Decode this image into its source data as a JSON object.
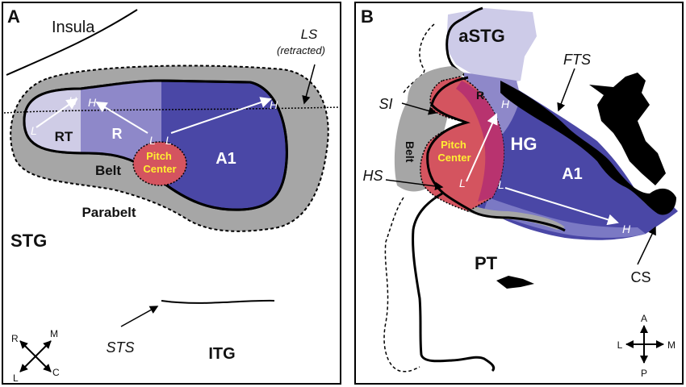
{
  "colors": {
    "belt_gray": "#a6a6a6",
    "rt_lavender": "#cfcce6",
    "r_violet": "#8e88c9",
    "a1_blue": "#4a47a6",
    "a1_light_blue": "#7b79c4",
    "astg_lavender": "#cdcbe8",
    "pitch_red": "#d4545f",
    "pitch_magenta": "#b8336f",
    "pitch_text": "#ffee33",
    "outline": "#000000"
  },
  "panel_a": {
    "letter": "A",
    "insula": "Insula",
    "ls": "LS",
    "ls_note": "(retracted)",
    "rt": "RT",
    "r": "R",
    "a1": "A1",
    "pitch_line1": "Pitch",
    "pitch_line2": "Center",
    "belt": "Belt",
    "parabelt": "Parabelt",
    "stg": "STG",
    "sts": "STS",
    "itg": "ITG",
    "low_marker": "L",
    "high_marker": "H",
    "compass": {
      "r": "R",
      "m": "M",
      "l": "L",
      "c": "C"
    }
  },
  "panel_b": {
    "letter": "B",
    "astg": "aSTG",
    "fts": "FTS",
    "si": "SI",
    "hs": "HS",
    "belt": "Belt",
    "r": "R",
    "hg": "HG",
    "a1": "A1",
    "pitch_line1": "Pitch",
    "pitch_line2": "Center",
    "pt": "PT",
    "cs": "CS",
    "low_marker": "L",
    "high_marker": "H",
    "compass": {
      "a": "A",
      "l": "L",
      "m": "M",
      "p": "P"
    }
  }
}
